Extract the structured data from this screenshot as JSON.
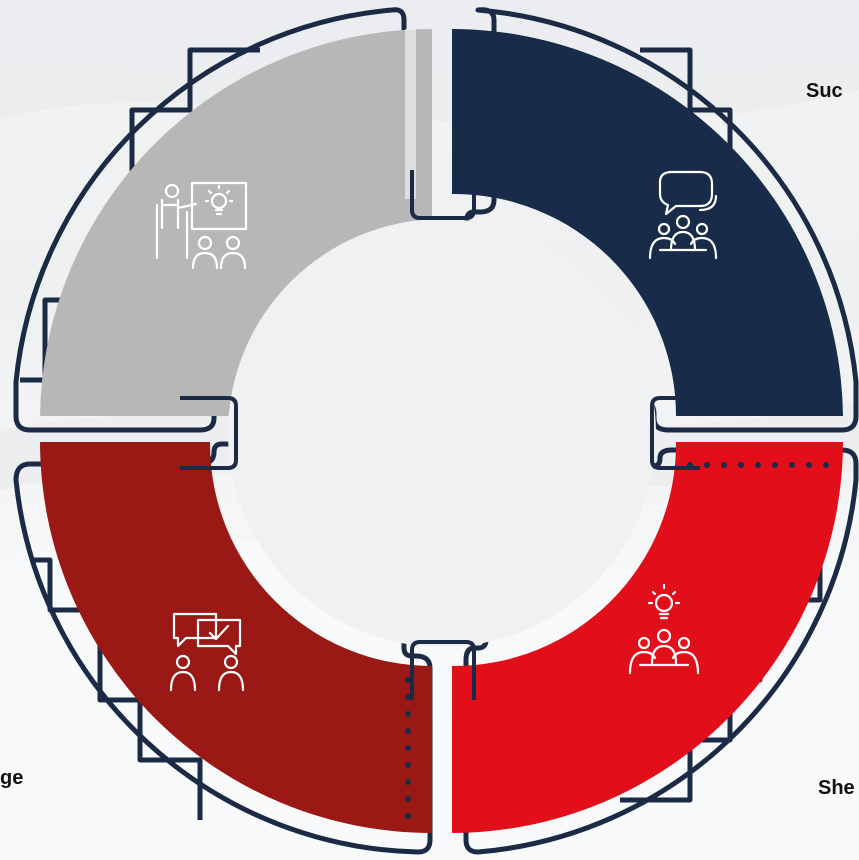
{
  "segments": [
    {
      "id": "top-left",
      "color": "#b7b7b7",
      "icon": "presentation-meeting-icon",
      "label": ""
    },
    {
      "id": "top-right",
      "color": "#182b49",
      "icon": "team-discussion-icon",
      "label": "Suc"
    },
    {
      "id": "bottom-right",
      "color": "#e20e1a",
      "icon": "team-idea-icon",
      "label": "She"
    },
    {
      "id": "bottom-left",
      "color": "#9b1915",
      "icon": "feedback-chat-icon",
      "label": "ge"
    }
  ],
  "colors": {
    "outline": "#1b2a45",
    "dots": "#1b2a45"
  }
}
